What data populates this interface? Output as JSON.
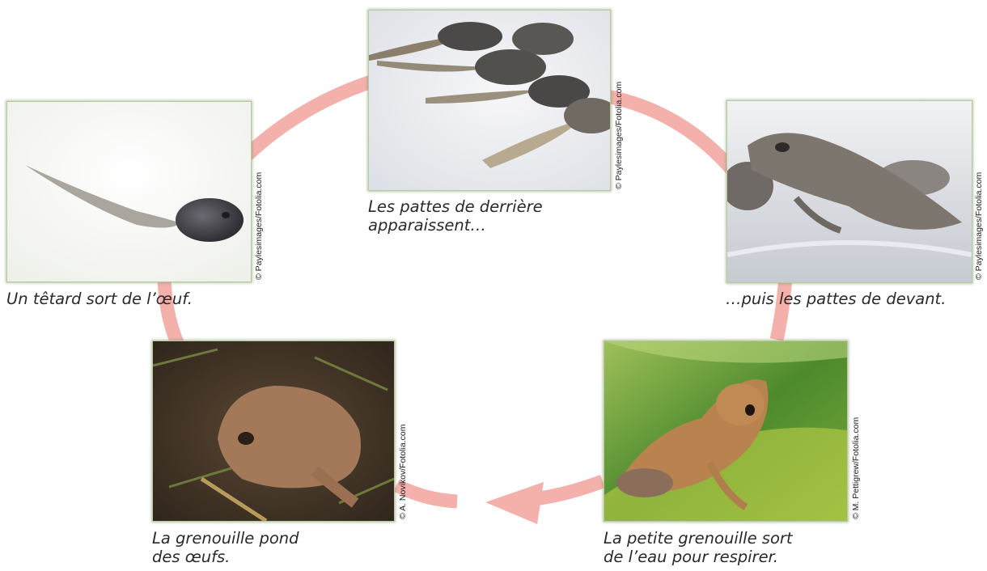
{
  "colors": {
    "ring": "#f4b1ac",
    "photo_border": "#b9c9a4",
    "caption_text": "#2a2a2a"
  },
  "stages": [
    {
      "id": "tadpole-hatches",
      "caption_lines": [
        "Un têtard sort de l’œuf."
      ],
      "credit": "© Paylesimages/Fotolia.com",
      "image": "tadpole-photo"
    },
    {
      "id": "hind-legs",
      "caption_lines": [
        "Les pattes de derrière",
        "apparaissent…"
      ],
      "credit": "© Paylesimages/Fotolia.com",
      "image": "tadpoles-hind-legs-photo"
    },
    {
      "id": "front-legs",
      "caption_lines": [
        "…puis les pattes de devant."
      ],
      "credit": "© Paylesimages/Fotolia.com",
      "image": "tadpole-front-legs-photo"
    },
    {
      "id": "froglet",
      "caption_lines": [
        "La petite grenouille sort",
        "de l’eau pour respirer."
      ],
      "credit": "© M. Pettigrew/Fotolia.com",
      "image": "small-frog-on-leaf-photo"
    },
    {
      "id": "frog-lays-eggs",
      "caption_lines": [
        "La grenouille pond",
        "des œufs."
      ],
      "credit": "© A. Novikov/Fotolia.com",
      "image": "adult-frog-photo"
    }
  ]
}
